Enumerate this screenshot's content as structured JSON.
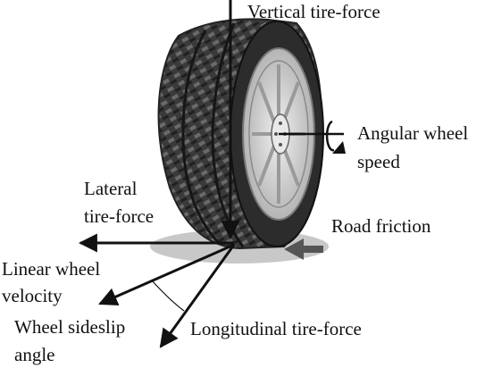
{
  "labels": {
    "vertical_force": "Vertical tire-force",
    "angular_speed_line1": "Angular wheel",
    "angular_speed_line2": "speed",
    "lateral_force_line1": "Lateral",
    "lateral_force_line2": "tire-force",
    "road_friction": "Road friction",
    "linear_velocity_line1": "Linear wheel",
    "linear_velocity_line2": "velocity",
    "sideslip_line1": "Wheel sideslip",
    "sideslip_line2": "angle",
    "longitudinal_force": "Longitudinal tire-force"
  },
  "colors": {
    "arrow": "#111111",
    "road_friction_arrow": "#555555",
    "ground_shadow": "#c8c8c8",
    "tread": "#3a3a3a",
    "rim": "#d8d8d8"
  },
  "icons": {
    "tire": "tire-wheel-illustration",
    "rotation": "rotation-arrow-icon"
  }
}
